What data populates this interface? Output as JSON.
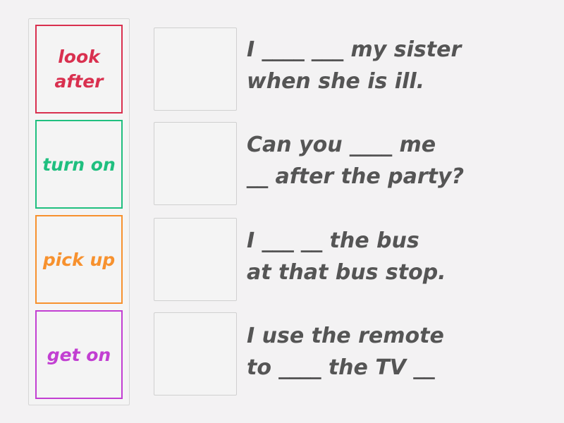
{
  "cards": [
    {
      "label_lines": [
        "look",
        "after"
      ],
      "color": "#d9304f"
    },
    {
      "label_lines": [
        "turn on"
      ],
      "color": "#1fbf7f"
    },
    {
      "label_lines": [
        "pick up"
      ],
      "color": "#f7912e"
    },
    {
      "label_lines": [
        "get on"
      ],
      "color": "#c23fd2"
    }
  ],
  "sentences": [
    {
      "lines": [
        "I ____ ___ my sister",
        "when she is ill."
      ]
    },
    {
      "lines": [
        "Can you ____ me",
        "__ after the party?"
      ]
    },
    {
      "lines": [
        "I ___ __ the bus",
        "at that bus stop."
      ]
    },
    {
      "lines": [
        "I use the remote",
        "to ____ the TV __"
      ]
    }
  ]
}
